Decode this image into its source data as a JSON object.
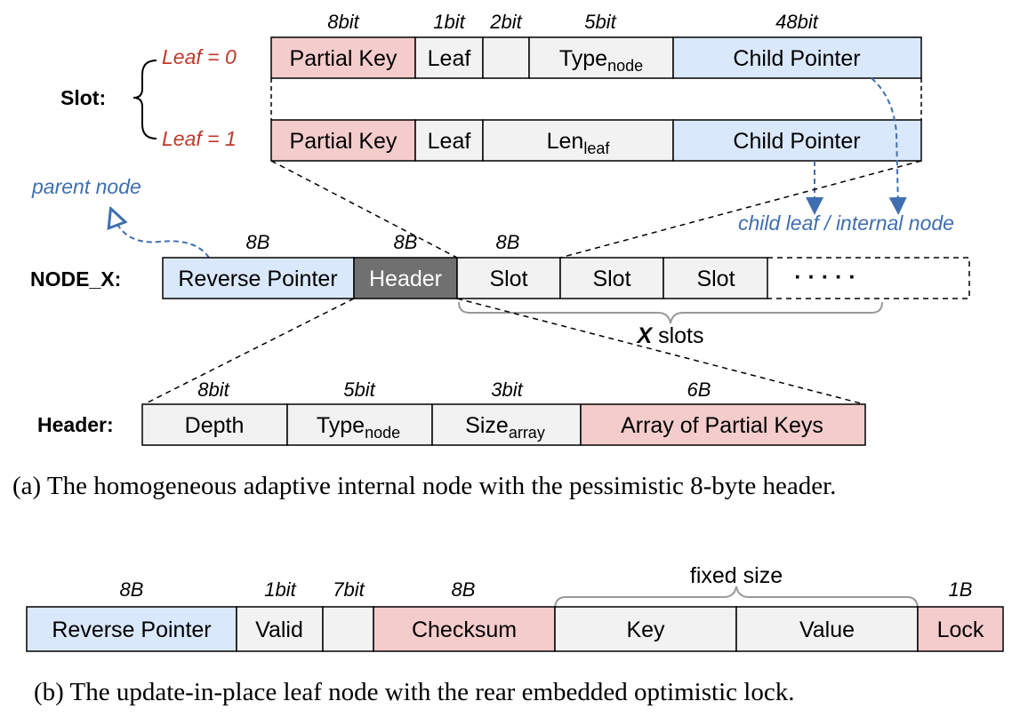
{
  "part_a": {
    "slot": {
      "label": "Slot:",
      "leaf0_label": "Leaf = 0",
      "leaf1_label": "Leaf = 1",
      "bit_widths": [
        "8bit",
        "1bit",
        "2bit",
        "5bit",
        "48bit"
      ],
      "row0": {
        "partial_key": "Partial Key",
        "leaf": "Leaf",
        "type_main": "Type",
        "type_sub": "node",
        "child_pointer": "Child Pointer"
      },
      "row1": {
        "partial_key": "Partial Key",
        "leaf": "Leaf",
        "len_main": "Len",
        "len_sub": "leaf",
        "child_pointer": "Child Pointer"
      }
    },
    "annotations": {
      "parent_node": "parent node",
      "child_node": "child leaf / internal node"
    },
    "node": {
      "label": "NODE_X:",
      "sizes": [
        "8B",
        "8B",
        "8B"
      ],
      "reverse_pointer": "Reverse Pointer",
      "header": "Header",
      "slots": [
        "Slot",
        "Slot",
        "Slot"
      ],
      "ellipsis": "· · · · ·",
      "x_slots_var": "X",
      "x_slots_text": " slots"
    },
    "header": {
      "label": "Header:",
      "bit_widths": [
        "8bit",
        "5bit",
        "3bit",
        "6B"
      ],
      "depth": "Depth",
      "type_main": "Type",
      "type_sub": "node",
      "size_main": "Size",
      "size_sub": "array",
      "array_keys": "Array of Partial Keys"
    },
    "caption": "(a) The homogeneous adaptive internal node with the pessimistic 8-byte header."
  },
  "part_b": {
    "sizes": [
      "8B",
      "1bit",
      "7bit",
      "8B",
      "1B"
    ],
    "fixed_size": "fixed size",
    "reverse_pointer": "Reverse Pointer",
    "valid": "Valid",
    "checksum": "Checksum",
    "key": "Key",
    "value": "Value",
    "lock": "Lock",
    "caption": "(b) The update-in-place leaf node with the rear embedded optimistic lock."
  },
  "colors": {
    "pink": "#f4cccc",
    "blue": "#dae8fc",
    "gray": "#f2f2f2",
    "dark": "#707070",
    "red_text": "#c0392b",
    "blue_text": "#3f6fb0"
  }
}
